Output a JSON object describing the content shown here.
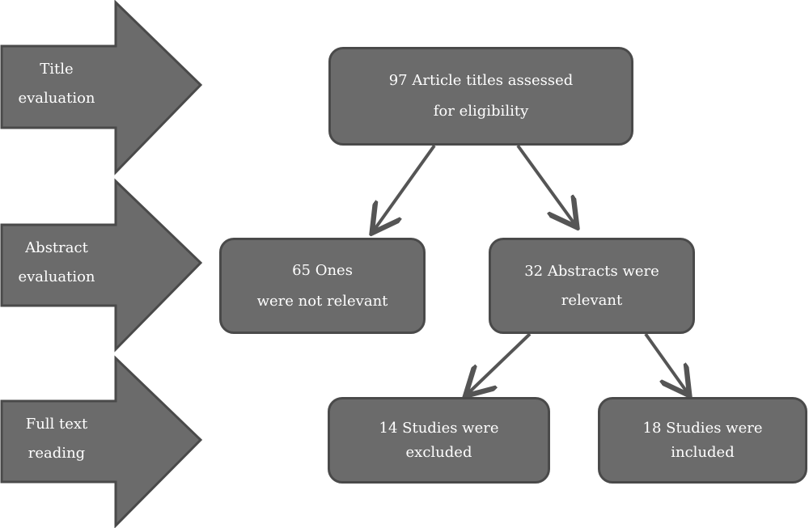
{
  "stages": [
    {
      "lines": [
        "Title",
        "evaluation"
      ]
    },
    {
      "lines": [
        "Abstract",
        "evaluation"
      ]
    },
    {
      "lines": [
        "Full text",
        "reading"
      ]
    }
  ],
  "boxes": {
    "titles": {
      "lines": [
        "97 Article titles assessed",
        "for eligibility"
      ]
    },
    "not_relevant": {
      "lines": [
        "65 Ones",
        "were not relevant"
      ]
    },
    "relevant": {
      "lines": [
        "32 Abstracts were",
        "relevant"
      ]
    },
    "excluded": {
      "lines": [
        "14 Studies were",
        "excluded"
      ]
    },
    "included": {
      "lines": [
        "18 Studies were",
        "included"
      ]
    }
  },
  "colors": {
    "arrow_fill": "#6b6b6b",
    "arrow_stroke": "#4a4a4a",
    "box_fill": "#6b6b6b",
    "box_stroke": "#4a4a4a",
    "connector": "#555555",
    "text": "#ffffff"
  }
}
